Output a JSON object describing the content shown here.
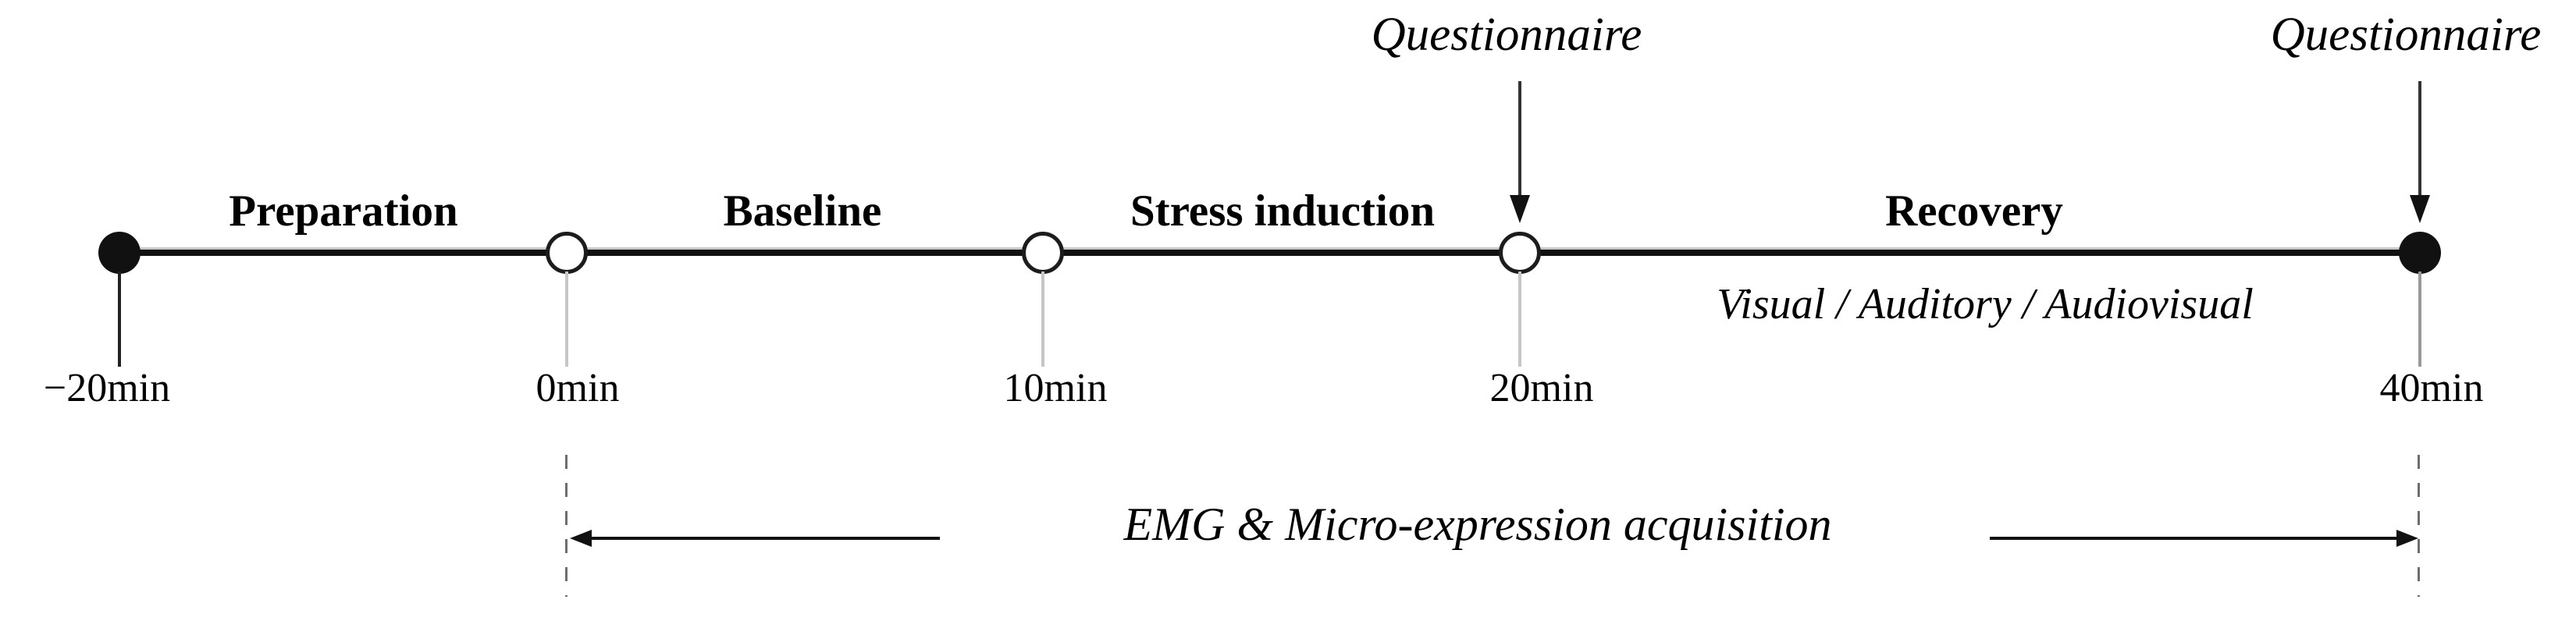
{
  "figure": {
    "kind": "experiment-protocol-timeline",
    "unit": "min",
    "time_points": [
      {
        "label": "−20min",
        "value": -20,
        "marker": "filled-dot"
      },
      {
        "label": "0min",
        "value": 0,
        "marker": "open-circle"
      },
      {
        "label": "10min",
        "value": 10,
        "marker": "open-circle"
      },
      {
        "label": "20min",
        "value": 20,
        "marker": "open-circle"
      },
      {
        "label": "40min",
        "value": 40,
        "marker": "filled-dot"
      }
    ],
    "phases": [
      {
        "label": "Preparation",
        "start": -20,
        "end": 0
      },
      {
        "label": "Baseline",
        "start": 0,
        "end": 10
      },
      {
        "label": "Stress induction",
        "start": 10,
        "end": 20
      },
      {
        "label": "Recovery",
        "start": 20,
        "end": 40,
        "sublabel": "Visual / Auditory / Audiovisual"
      }
    ],
    "questionnaire_annotations": [
      {
        "label": "Questionnaire",
        "at_min": 20
      },
      {
        "label": "Questionnaire",
        "at_min": 40
      }
    ],
    "acquisition_annotation": {
      "label": "EMG & Micro-expression acquisition",
      "from_min": 0,
      "to_min": 40
    },
    "colors": {
      "line": "#111111",
      "line_highlight": "#c8c8c8",
      "tick_light": "#c6c6c6",
      "dash": "#6e6e6e",
      "text": "#000000",
      "background": "#ffffff"
    }
  }
}
